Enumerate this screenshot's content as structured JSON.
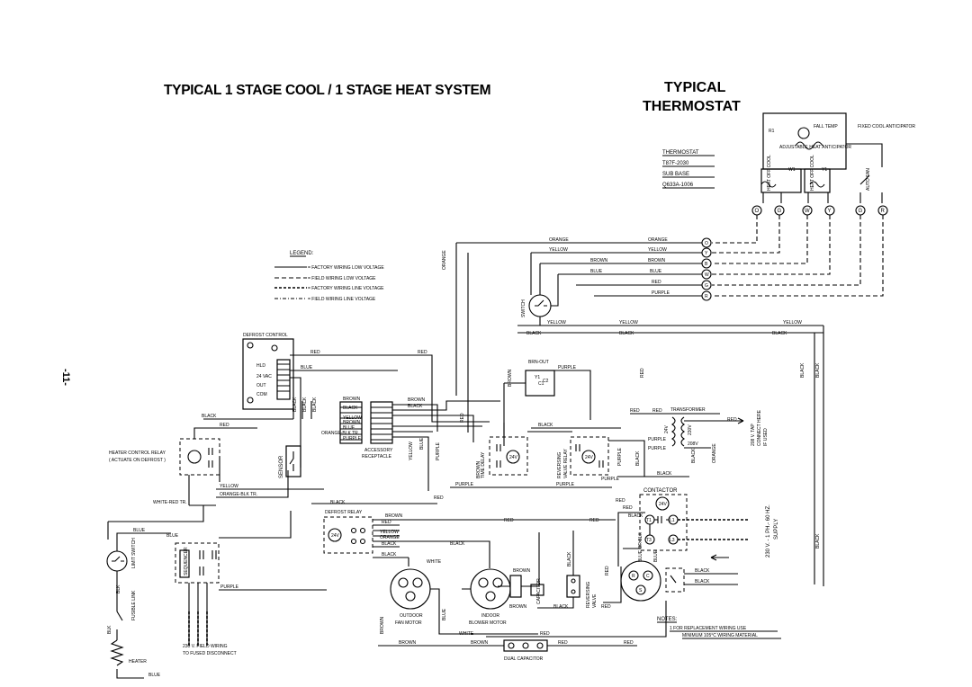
{
  "title": "TYPICAL 1 STAGE COOL / 1 STAGE HEAT SYSTEM",
  "thermostat_title": [
    "TYPICAL",
    "THERMOSTAT"
  ],
  "page_number": "-11-",
  "thermostat_notes": [
    "THERMOSTAT",
    "T87F-2030",
    "SUB BASE",
    "Q633A-1006"
  ],
  "thermostat_labels": {
    "r1": "R1",
    "fall_temp": "FALL TEMP",
    "fixed_cool_anticipator": "FIXED COOL ANTICIPATOR",
    "adjustable_heat_anticipator": "ADJUSTABLE HEAT ANTICIPATOR",
    "w1": "W1",
    "heat_off_cool": "HEAT OFF COOL",
    "auto_fan": "AUTO FAN",
    "y1": "Y1"
  },
  "thermostat_terminals": [
    "O",
    "G",
    "W",
    "Y",
    "G",
    "R"
  ],
  "legend": {
    "title": "LEGEND:",
    "items": [
      {
        "style": "solid",
        "text": "= FACTORY WIRING LOW VOLTAGE"
      },
      {
        "style": "dashed",
        "text": "= FIELD WIRING LOW VOLTAGE"
      },
      {
        "style": "bold-dashed",
        "text": "= FACTORY WIRING LINE VOLTAGE"
      },
      {
        "style": "dash-dot",
        "text": "= FIELD WIRING LINE VOLTAGE"
      }
    ]
  },
  "terminal_strip": {
    "wires": [
      "ORANGE",
      "YELLOW",
      "BROWN",
      "BLUE",
      "RED",
      "PURPLE"
    ],
    "terminals": [
      "O",
      "Y",
      "B",
      "W",
      "G",
      "R"
    ]
  },
  "components": {
    "defrost_control": "DEFROST CONTROL",
    "defrost_control_pins": [
      "HLD",
      "24 VAC",
      "OUT",
      "COM"
    ],
    "sensor": "SENSOR",
    "heater_control_relay": [
      "HEATER CONTROL RELAY",
      "( ACTUATE ON DEFROST )"
    ],
    "accessory_receptacle": [
      "ACCESSORY",
      "RECEPTACLE"
    ],
    "receptacle_wires": [
      "BROWN",
      "BLACK",
      "YELLOW",
      "BROWN",
      "BLUE",
      "ORANGE-BLK TR.",
      "PURPLE"
    ],
    "switch": "SWITCH",
    "brn_out": "BRN-OUT",
    "time_delay": "TIME DELAY",
    "reversing_valve_relay": [
      "REVERSING",
      "VALVE RELAY"
    ],
    "transformer": "TRANSFORMER",
    "contactor": "CONTACTOR",
    "defrost_relay": "DEFROST RELAY",
    "outdoor_fan_motor": [
      "OUTDOOR",
      "FAN MOTOR"
    ],
    "indoor_blower_motor": [
      "INDOOR",
      "BLOWER MOTOR"
    ],
    "capacitor": "CAPACITOR",
    "reversing_valve": [
      "REVERSING",
      "VALVE"
    ],
    "dual_capacitor": "DUAL CAPACITOR",
    "limit_switch": "LIMIT SWITCH",
    "fusible_link": "FUSIBLE LINK",
    "sequencer": "SEQUENCER",
    "heater": "HEATER",
    "field_wiring": [
      "230 V. FIELD WIRING",
      "TO FUSED DISCONNECT"
    ],
    "supply": [
      "230 V. - 1 PH.- 60 HZ.",
      "SUPPLY"
    ],
    "transformer_tap": [
      "208 V. TAP",
      "CONNECT HERE",
      "IF USED"
    ],
    "contactor_terminals": [
      "T1",
      "L1",
      "T3",
      "L3"
    ],
    "compressor_terminals": [
      "R",
      "C",
      "S"
    ],
    "voltage_24v": "24V",
    "volt_208": "208V",
    "volt_230": "230V",
    "c1": "C1",
    "c2": "C2",
    "y1": "Y1"
  },
  "wire_labels": {
    "orange": "ORANGE",
    "yellow": "YELLOW",
    "brown": "BROWN",
    "blue": "BLUE",
    "red": "RED",
    "purple": "PURPLE",
    "black": "BLACK",
    "white": "WHITE",
    "white_red_tr": "WHITE-RED TR.",
    "orange_blk_tr": "ORANGE-BLK TR.",
    "blue_or_blk": "BLUE OR BLK",
    "blk": "BLK"
  },
  "notes": {
    "title": "NOTES:",
    "items": [
      "1  FOR REPLACEMENT WIRING USE",
      "MINIMUM 105°C WIRING MATERIAL"
    ]
  }
}
